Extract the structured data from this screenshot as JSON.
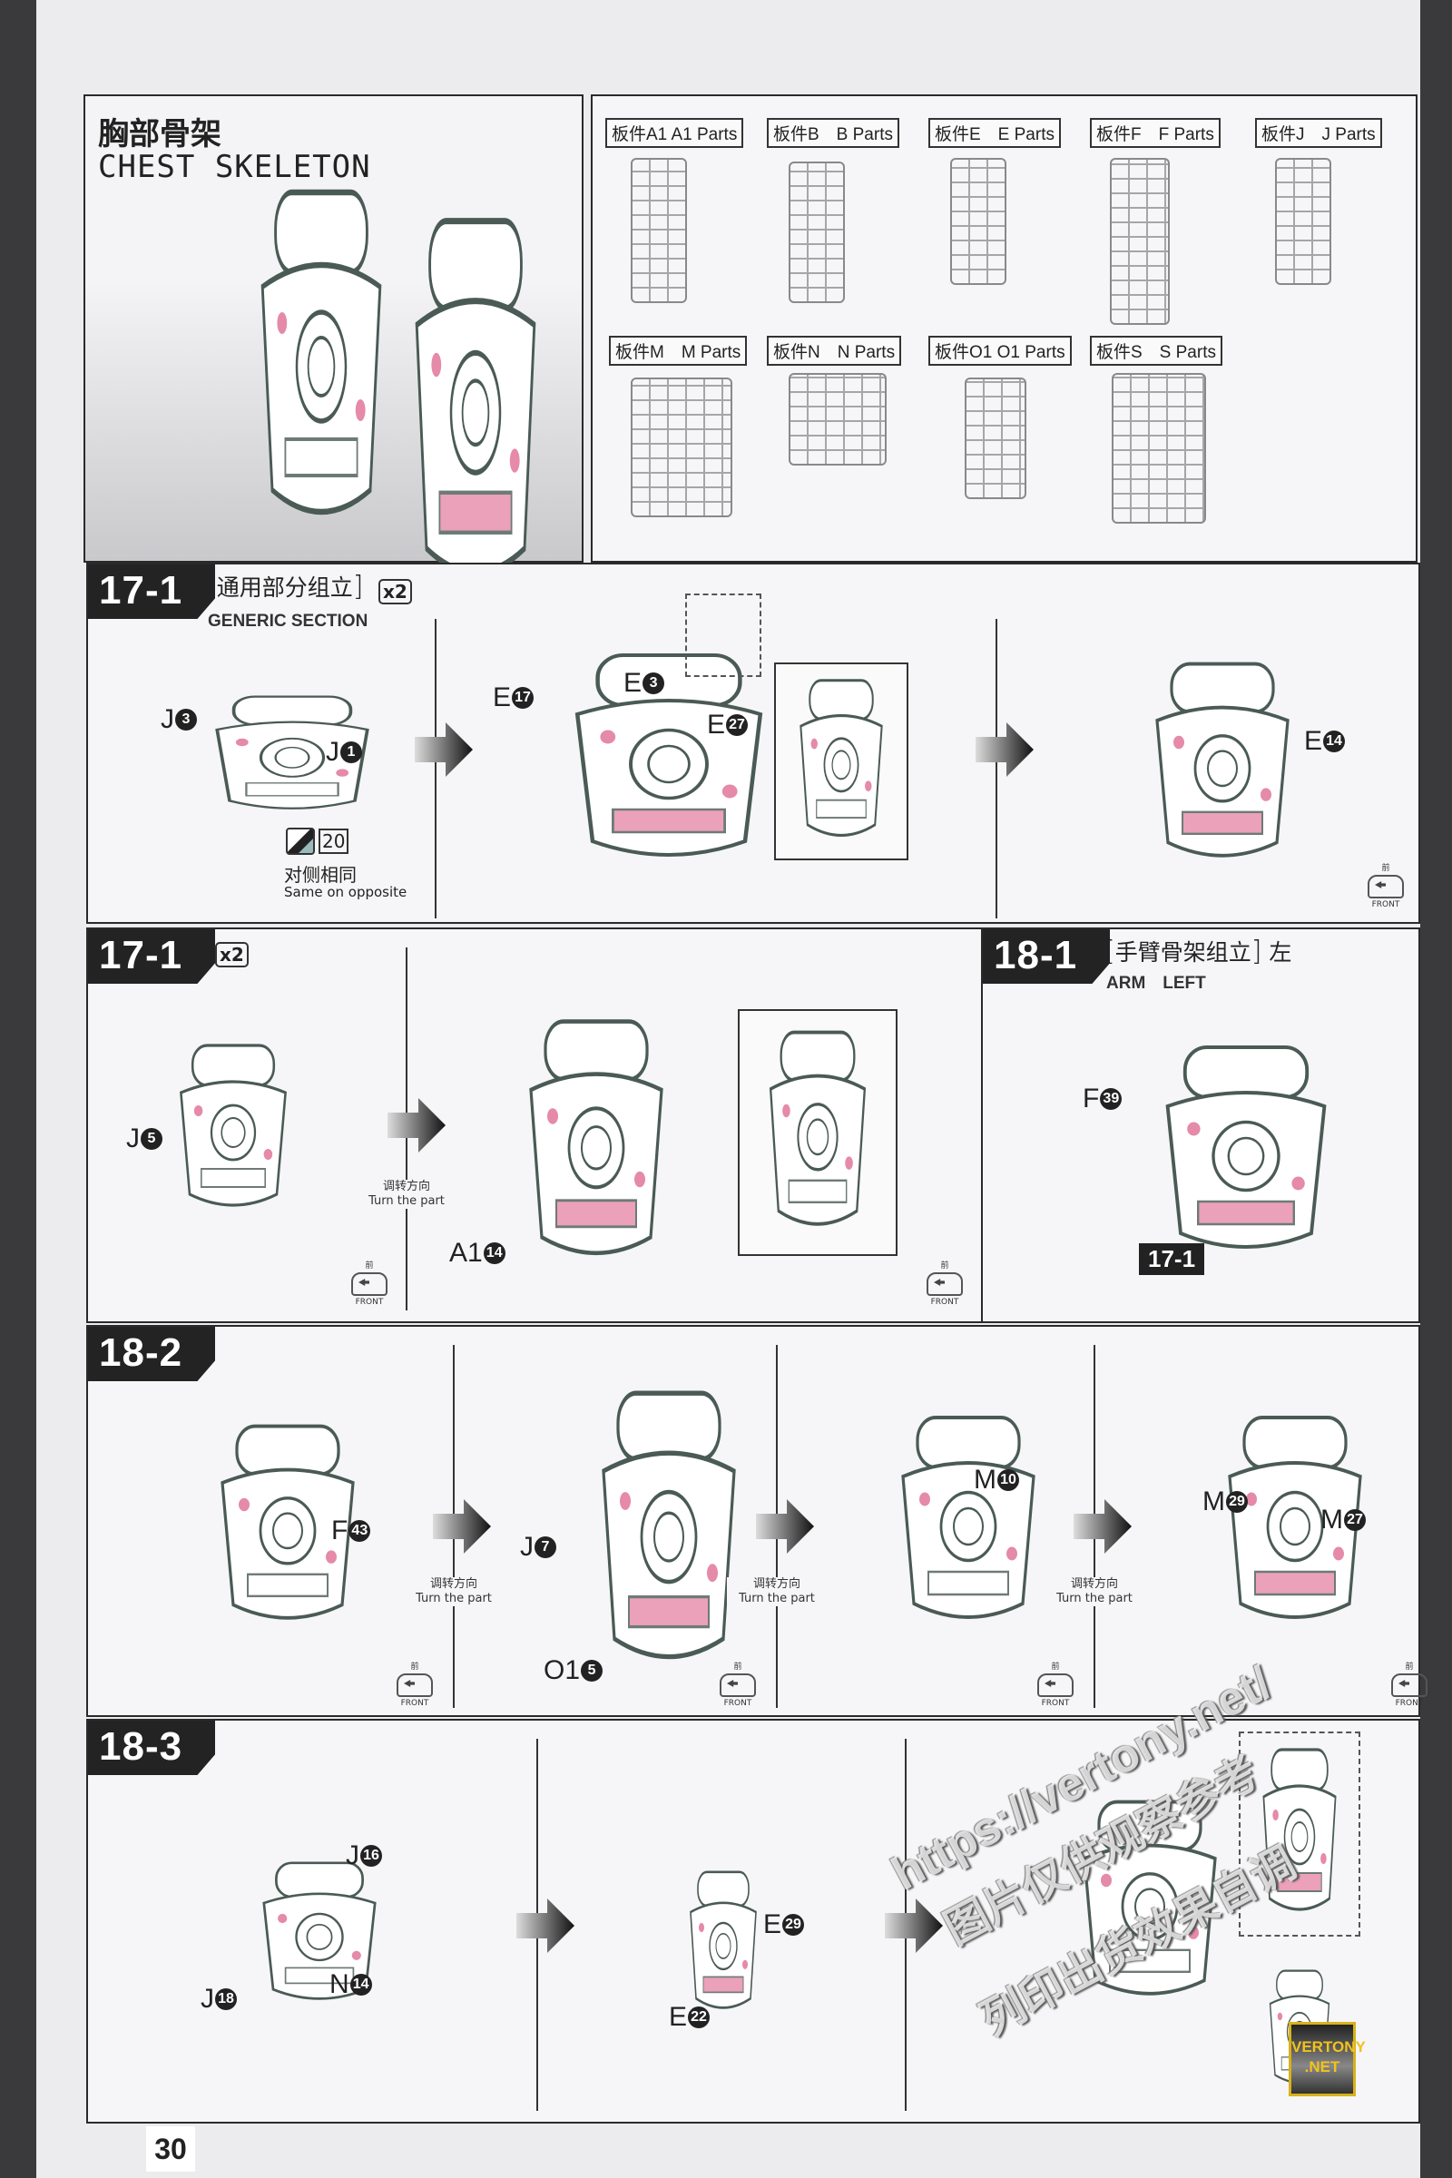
{
  "header": {
    "title_cn": "胸部骨架",
    "title_en": "CHEST SKELETON"
  },
  "runners": [
    {
      "label": "板件A1 A1 Parts"
    },
    {
      "label": "板件B　B Parts"
    },
    {
      "label": "板件E　E Parts"
    },
    {
      "label": "板件F　F Parts"
    },
    {
      "label": "板件J　J Parts"
    },
    {
      "label": "板件M　M Parts"
    },
    {
      "label": "板件N　N Parts"
    },
    {
      "label": "板件O1 O1 Parts"
    },
    {
      "label": "板件S　S Parts"
    }
  ],
  "common": {
    "front_cn": "前",
    "front_en": "FRONT",
    "turn_cn": "调转方向",
    "turn_en": "Turn the part"
  },
  "step1": {
    "number": "17-1",
    "bracket_l": "[",
    "bracket_r": "]",
    "title_cn": "通用部分组立",
    "qty": "x2",
    "title_en": "GENERIC SECTION",
    "tool_num": "20",
    "note_cn": "对侧相同",
    "note_en": "Same on opposite",
    "callouts": [
      {
        "l": "J",
        "n": "3"
      },
      {
        "l": "J",
        "n": "1"
      },
      {
        "l": "E",
        "n": "17"
      },
      {
        "l": "E",
        "n": "3"
      },
      {
        "l": "E",
        "n": "27"
      },
      {
        "l": "E",
        "n": "14"
      }
    ]
  },
  "step2": {
    "number": "17-1",
    "qty": "x2",
    "callouts": [
      {
        "l": "J",
        "n": "5"
      },
      {
        "l": "A1",
        "n": "14"
      }
    ]
  },
  "step3": {
    "number": "18-1",
    "title_cn": "手臂骨架组立",
    "side_cn": "左",
    "title_en": "ARM　LEFT",
    "ref_badge": "17-1",
    "callouts": [
      {
        "l": "F",
        "n": "39"
      }
    ]
  },
  "step4": {
    "number": "18-2",
    "callouts": [
      {
        "l": "F",
        "n": "43"
      },
      {
        "l": "J",
        "n": "7"
      },
      {
        "l": "O1",
        "n": "5"
      },
      {
        "l": "M",
        "n": "10"
      },
      {
        "l": "M",
        "n": "29"
      },
      {
        "l": "M",
        "n": "27"
      }
    ]
  },
  "step5": {
    "number": "18-3",
    "callouts": [
      {
        "l": "J",
        "n": "16"
      },
      {
        "l": "N",
        "n": "14"
      },
      {
        "l": "J",
        "n": "18"
      },
      {
        "l": "E",
        "n": "29"
      },
      {
        "l": "E",
        "n": "22"
      }
    ]
  },
  "watermark": {
    "url": "https://vertony.net/",
    "line1": "图片仅供观察参考",
    "line2": "列印出货效果自调",
    "logo": "VERTONY .NET"
  },
  "page_number": "30",
  "colors": {
    "accent_pink": "#e58aa8",
    "ink": "#222222",
    "paper": "#f6f6f8"
  }
}
